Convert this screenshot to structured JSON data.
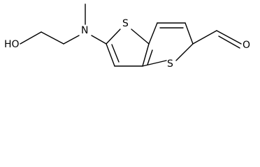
{
  "structure": {
    "atom_labels": {
      "hydroxyl": "HO",
      "amine_nitrogen": "N",
      "thiophene_sulfur_top": "S",
      "thiophene_sulfur_bottom": "S",
      "aldehyde_oxygen": "O"
    },
    "colors": {
      "bond": "#000000",
      "text": "#000000",
      "background": "#ffffff"
    }
  }
}
